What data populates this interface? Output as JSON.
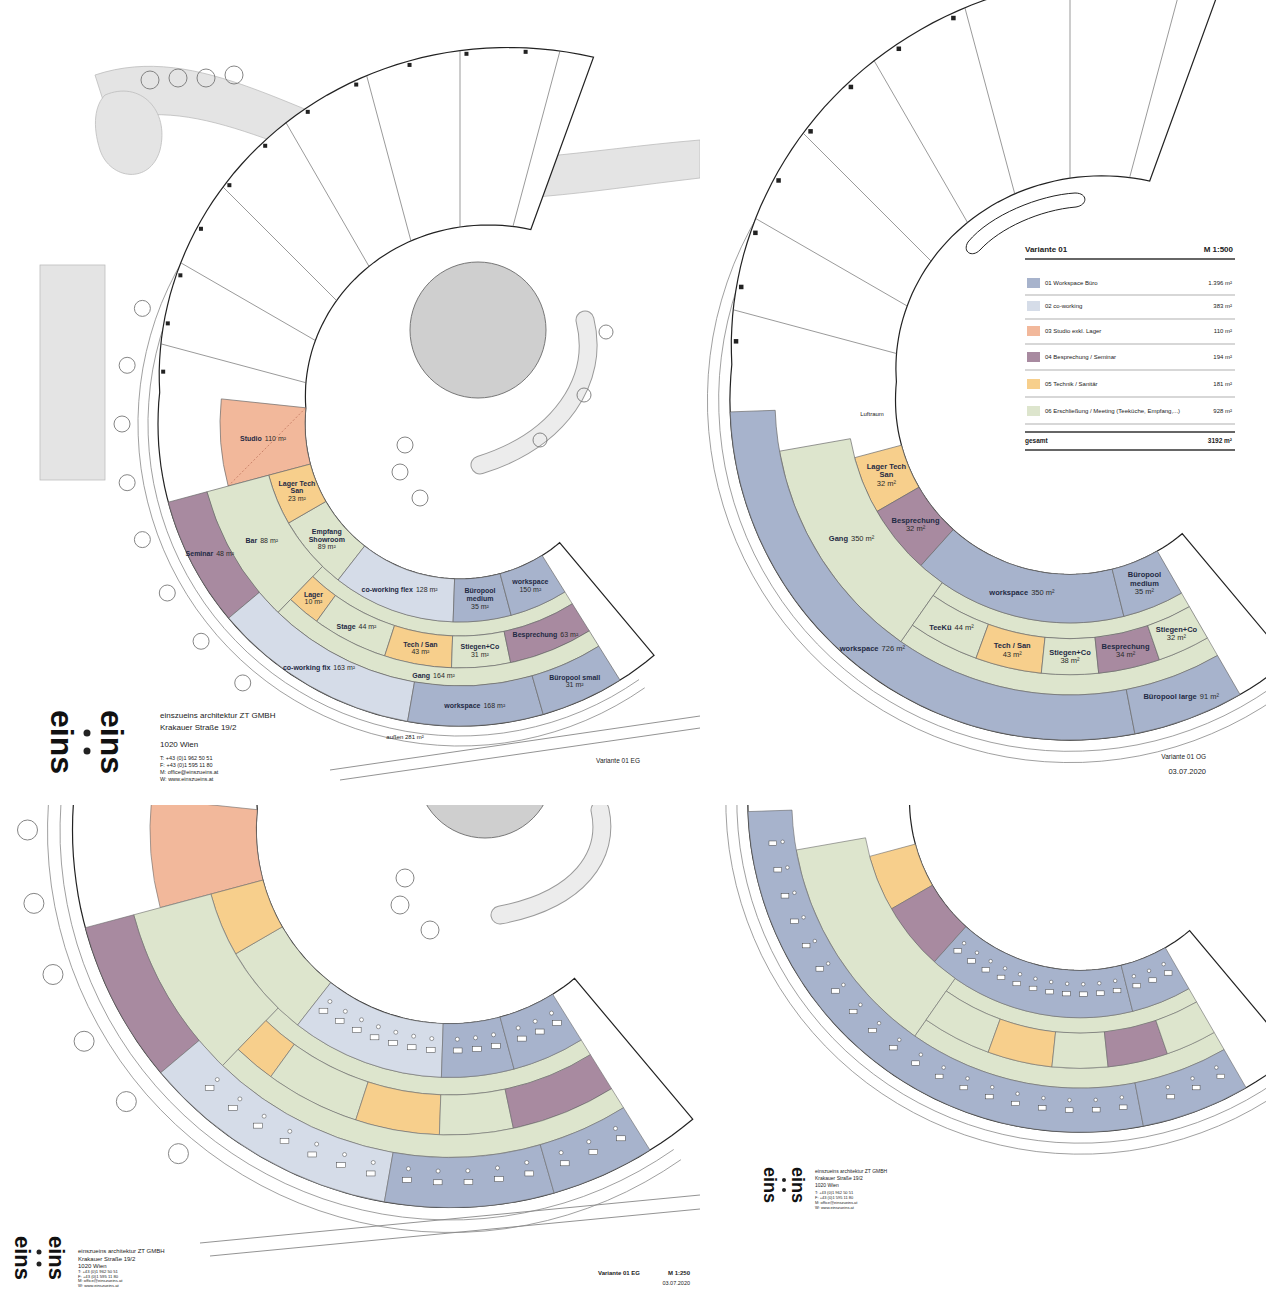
{
  "diagram": {
    "nodes": [
      {
        "text": [
          "Studio",
          "110 m²"
        ]
      },
      {
        "text": [
          "Empfang Showroom",
          "89 m²"
        ]
      },
      {
        "text": [
          "Lager Tech San",
          "23 m²"
        ]
      },
      {
        "text": [
          "co-working flex",
          "128 m²"
        ]
      },
      {
        "text": [
          "Büropool medium",
          "35 m²"
        ]
      },
      {
        "text": [
          "workspace",
          "150 m²"
        ]
      },
      {
        "text": [
          "Bar",
          "88 m²"
        ]
      },
      {
        "text": [
          "Lager",
          "10 m²"
        ]
      },
      {
        "text": [
          "Stage",
          "44 m²"
        ]
      },
      {
        "text": [
          "Tech / San",
          "43 m²"
        ]
      },
      {
        "text": [
          "Stiegen+Co",
          "31 m²"
        ]
      },
      {
        "text": [
          "Besprechung",
          "63 m²"
        ]
      },
      {
        "text": [
          "Gang",
          "164 m²"
        ]
      },
      {
        "text": [
          "Seminar",
          "48 m²"
        ]
      },
      {
        "text": [
          "co-working fix",
          "163 m²"
        ]
      },
      {
        "text": [
          "workspace",
          "168 m²"
        ]
      },
      {
        "text": [
          "Büropool small",
          "31 m²"
        ]
      },
      {
        "text": [
          "Lager Tech San",
          "32 m²"
        ]
      },
      {
        "text": [
          "Besprechung",
          "32 m²"
        ]
      },
      {
        "text": [
          "workspace",
          "350 m²"
        ]
      },
      {
        "text": [
          "Büropool medium",
          "35 m²"
        ]
      },
      {
        "text": [
          "Gang",
          "350 m²"
        ]
      },
      {
        "text": [
          "TeeKü",
          "44 m²"
        ]
      },
      {
        "text": [
          "Tech / San",
          "43 m²"
        ]
      },
      {
        "text": [
          "Stiegen+Co",
          "38 m²"
        ]
      },
      {
        "text": [
          "Besprechung",
          "34 m²"
        ]
      },
      {
        "text": [
          "Stiegen+Co",
          "32 m²"
        ]
      },
      {
        "text": [
          "workspace",
          "726 m²"
        ]
      },
      {
        "text": [
          "Büropool large",
          "91 m²"
        ]
      }
    ],
    "labels": [
      "außen 281 m²",
      "eins",
      "eins",
      "einszueins architektur ZT GMBH",
      "Krakauer Straße 19/2",
      "1020 Wien",
      "T: +43 (0)1 962 50 51",
      "F: +43 (0)1 595 11 80",
      "M: office@einszueins.at",
      "W: www.einszueins.at",
      "Variante 01 EG",
      "Variante 01",
      "M 1:500",
      "1.396 m²",
      "383 m²",
      "110 m²",
      "194 m²",
      "181 m²",
      "928 m²",
      "gesamt",
      "3192 m²",
      "Luftraum",
      "Variante 01 OG",
      "03.07.2020",
      "eins",
      "eins",
      "einszueins architektur ZT GMBH",
      "Krakauer Straße 19/2",
      "1020 Wien",
      "T: +43 (0)1 962 50 51",
      "F: +43 (0)1 595 11 80",
      "M: office@einszueins.at",
      "W: www.einszueins.at",
      "Variante 01 EG",
      "M 1:250",
      "03.07.2020",
      "eins",
      "eins",
      "einszueins architektur ZT GMBH",
      "Krakauer Straße 19/2",
      "1020 Wien",
      "T: +43 (0)1 962 50 51",
      "F: +43 (0)1 595 11 80",
      "M: office@einszueins.at",
      "W: www.einszueins.at"
    ],
    "legend": [
      {
        "text": "01 Workspace Büro",
        "color": "#a7b3cc"
      },
      {
        "text": "02 co-working",
        "color": "#d5dce8"
      },
      {
        "text": "03 Studio exkl. Lager",
        "color": "#f2b89b"
      },
      {
        "text": "04 Besprechung / Seminar",
        "color": "#a88aa0"
      },
      {
        "text": "05 Technik / Sanitär",
        "color": "#f7cf8c"
      },
      {
        "text": "06 Erschließung / Meeting (Teeküche, Empfang,...)",
        "color": "#dde5cd"
      }
    ]
  }
}
